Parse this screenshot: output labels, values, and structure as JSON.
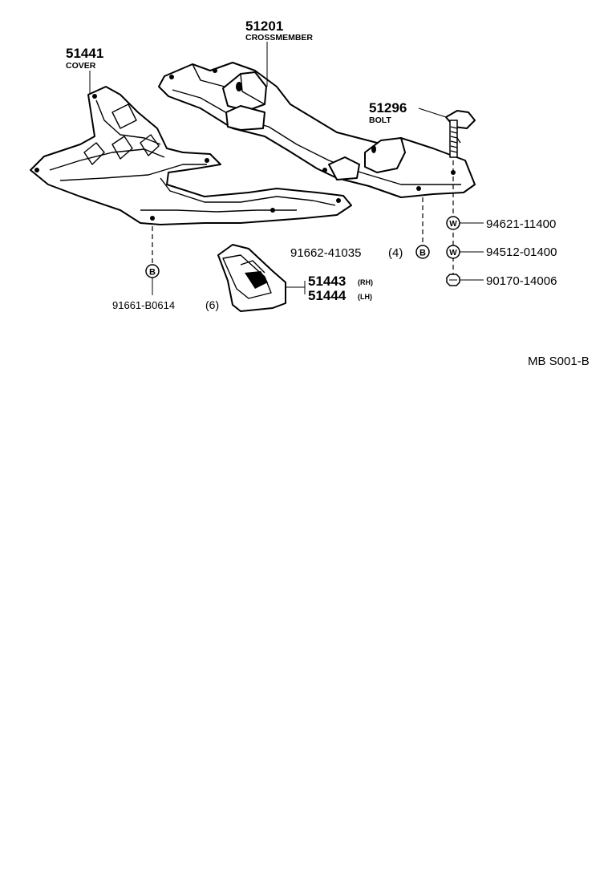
{
  "diagram_code": "MB S001-B",
  "parts": {
    "crossmember": {
      "number": "51201",
      "name": "CROSSMEMBER"
    },
    "cover": {
      "number": "51441",
      "name": "COVER"
    },
    "bolt": {
      "number": "51296",
      "name": "BOLT"
    },
    "washer_1": {
      "number": "94621-11400",
      "symbol": "W"
    },
    "washer_2": {
      "number": "94512-01400",
      "symbol": "W"
    },
    "nut": {
      "number": "90170-14006"
    },
    "bolt_b_cross": {
      "number": "91662-41035",
      "qty": "(4)",
      "symbol": "B"
    },
    "bolt_b_cover": {
      "number": "91661-B0614",
      "qty": "(6)",
      "symbol": "B"
    },
    "shield_rh": {
      "number": "51443",
      "side": "(RH)"
    },
    "shield_lh": {
      "number": "51444",
      "side": "(LH)"
    }
  }
}
